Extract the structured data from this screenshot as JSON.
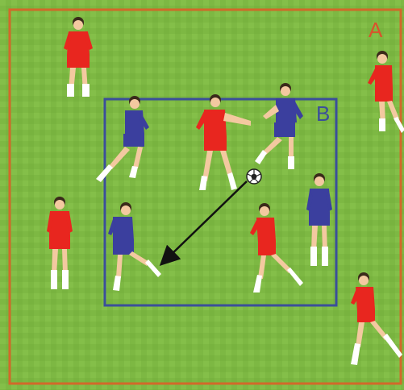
{
  "pitch": {
    "grass_color": "#7db843",
    "grass_stripe_color": "#88c24c",
    "outer_line_color": "#d2692a"
  },
  "zones": {
    "outer": {
      "label": "A",
      "color": "#d9532c"
    },
    "inner": {
      "label": "B",
      "color": "#3b4f9a"
    }
  },
  "teams": {
    "red": {
      "shirt": "#e8261f",
      "shorts": "#e8261f",
      "socks": "#ffffff"
    },
    "blue": {
      "shirt": "#3b3f9e",
      "shorts": "#3b3f9e",
      "socks": "#ffffff"
    }
  },
  "players": [
    {
      "id": "red-top-left",
      "team": "red",
      "pose": "stand"
    },
    {
      "id": "red-top-right",
      "team": "red",
      "pose": "run-right"
    },
    {
      "id": "red-left-mid",
      "team": "red",
      "pose": "stand"
    },
    {
      "id": "red-bottom-right",
      "team": "red",
      "pose": "run-right"
    },
    {
      "id": "red-center-top",
      "team": "red",
      "pose": "reach"
    },
    {
      "id": "red-center-bottom",
      "team": "red",
      "pose": "run-right"
    },
    {
      "id": "blue-top-left",
      "team": "blue",
      "pose": "run-left"
    },
    {
      "id": "blue-top-right",
      "team": "blue",
      "pose": "kick"
    },
    {
      "id": "blue-bottom-left",
      "team": "blue",
      "pose": "receive"
    },
    {
      "id": "blue-right",
      "team": "blue",
      "pose": "stand"
    }
  ],
  "ball": {
    "icon": "soccer-ball-icon"
  },
  "pass_arrow": {
    "color": "#111111",
    "icon": "pass-arrow"
  }
}
